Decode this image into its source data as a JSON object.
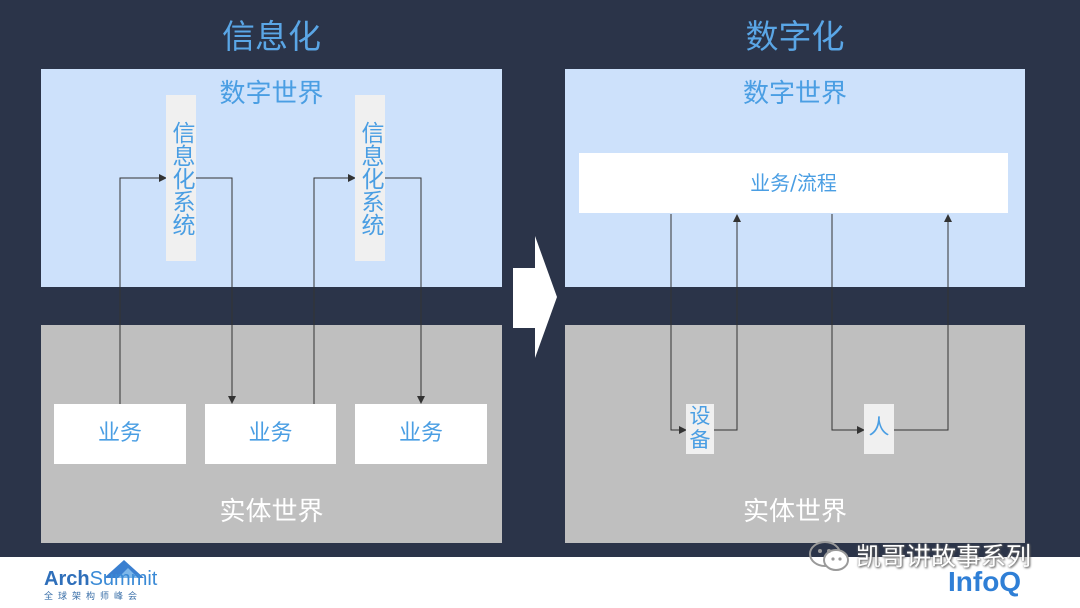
{
  "left": {
    "title": "信息化",
    "digital_world": "数字世界",
    "info_system": "信息化系统",
    "physical_world": "实体世界",
    "business": [
      "业务",
      "业务",
      "业务"
    ]
  },
  "right": {
    "title": "数字化",
    "digital_world": "数字世界",
    "process": "业务/流程",
    "physical_world": "实体世界",
    "device": "设备",
    "person": "人"
  },
  "footer": {
    "logo_main_a": "Arch",
    "logo_main_b": "Summit",
    "logo_sub": "全球架构师峰会",
    "wechat_label": "凯哥讲故事系列",
    "infoq": "InfoQ"
  },
  "colors": {
    "background": "#2b3449",
    "digital_panel": "#cde1fb",
    "physical_panel": "#bfbfbf",
    "accent_blue": "#4a9ee3"
  }
}
